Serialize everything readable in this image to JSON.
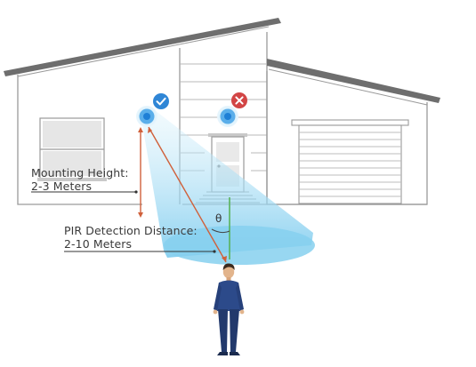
{
  "labels": {
    "mounting_height_title": "Mounting Height:",
    "mounting_height_value": "2-3 Meters",
    "pir_distance_title": "PIR Detection Distance:",
    "pir_distance_value": "2-10 Meters",
    "angle_symbol": "θ"
  },
  "placements": {
    "correct": {
      "status": "correct",
      "icon": "checkmark-icon"
    },
    "incorrect": {
      "status": "incorrect",
      "icon": "cross-icon"
    }
  },
  "colors": {
    "house_outline": "#8c8c8c",
    "roof": "#6e6e6e",
    "detection_cone": "#8fd3f0",
    "camera": "#1e7fd6",
    "check_badge": "#2f86d6",
    "cross_badge": "#d24545",
    "measure_line": "#d0603a",
    "vertical_guide": "#58b35a",
    "person_body": "#26407a",
    "person_skin": "#e2b48c",
    "person_hair": "#3b2a1f"
  }
}
